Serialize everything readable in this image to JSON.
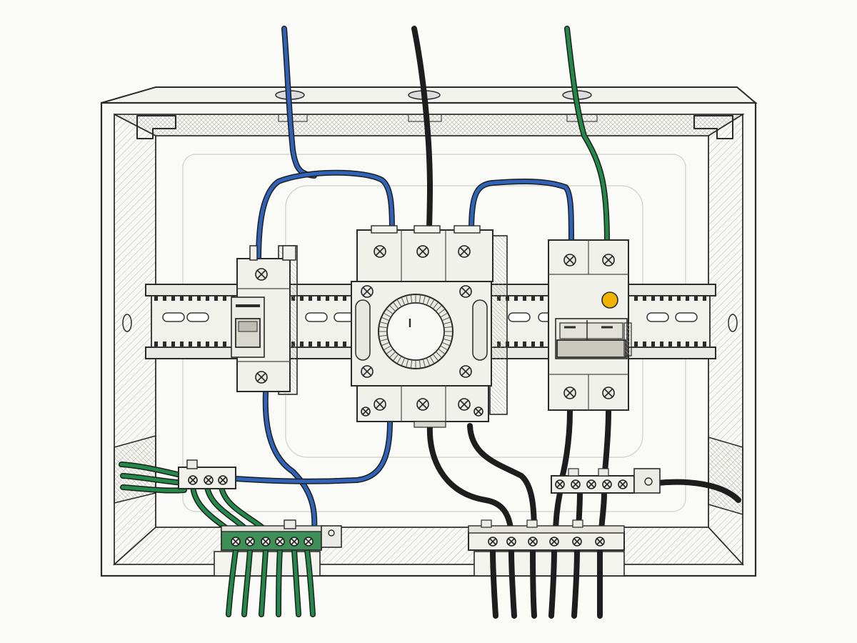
{
  "diagram": {
    "colors": {
      "neutral_wire": "#2f63b8",
      "phase_wire": "#1e1e1e",
      "earth_wire": "#23894a",
      "indicator": "#f0b400",
      "earth_bar": "#3f8f58",
      "enclosure": "#f7f7f3",
      "hatch": "#b8b8b0"
    },
    "components": [
      {
        "id": "mcb",
        "kind": "single-pole-breaker"
      },
      {
        "id": "main-switch",
        "kind": "three-pole-rotary-switch"
      },
      {
        "id": "rcd",
        "kind": "rcd-breaker-with-indicator"
      },
      {
        "id": "earth-terminal-bar",
        "kind": "earth-bar"
      },
      {
        "id": "neutral-terminal-block",
        "kind": "neutral-block"
      },
      {
        "id": "phase-terminal-bar",
        "kind": "phase-bar"
      },
      {
        "id": "din-rail",
        "kind": "din-rail"
      }
    ],
    "incoming_cables": [
      "neutral_wire",
      "phase_wire",
      "earth_wire"
    ]
  }
}
